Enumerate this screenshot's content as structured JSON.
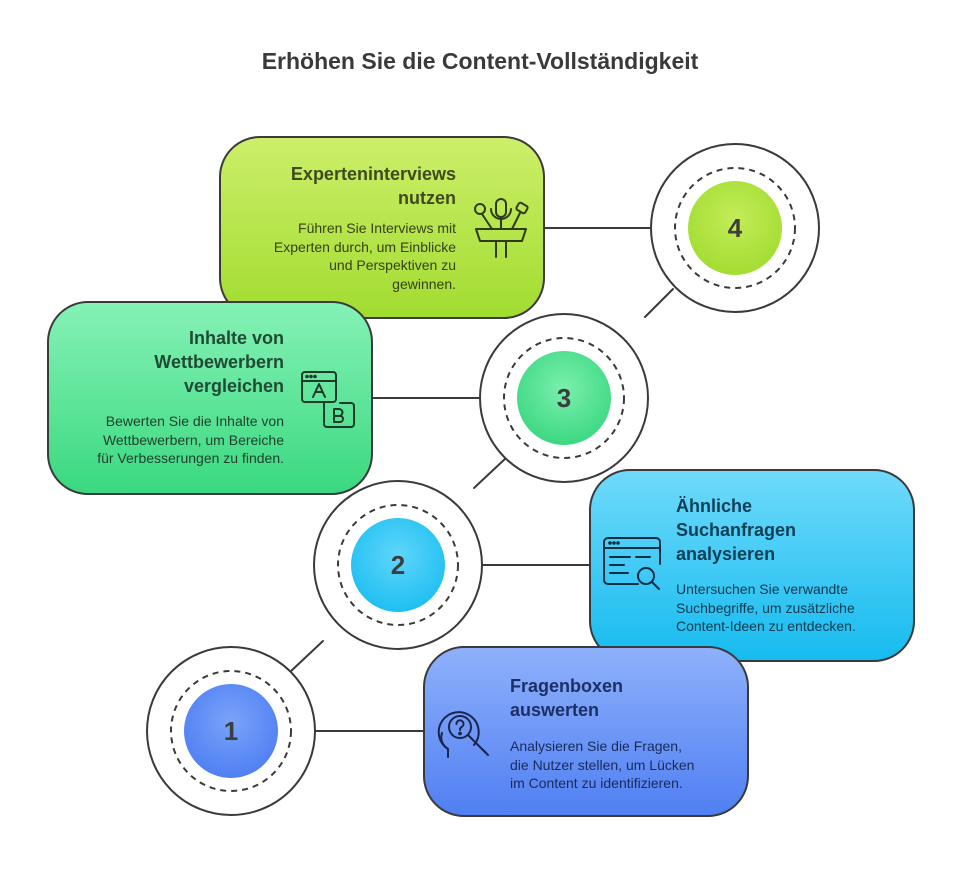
{
  "title": "Erhöhen Sie die Content-Vollständigkeit",
  "steps": [
    {
      "number": "1",
      "heading": "Fragenboxen\nauswerten",
      "text": "Analysieren Sie die Fragen,\ndie Nutzer stellen, um Lücken\nim Content zu identifizieren.",
      "icon": "question-head-search-icon",
      "color": "#5b8cf5"
    },
    {
      "number": "2",
      "heading": "Ähnliche\nSuchanfragen\nanalysieren",
      "text": "Untersuchen Sie verwandte\nSuchbegriffe, um zusätzliche\nContent-Ideen zu entdecken.",
      "icon": "browser-search-icon",
      "color": "#24c4f5"
    },
    {
      "number": "3",
      "heading": "Inhalte von\nWettbewerbern\nvergleichen",
      "text": "Bewerten Sie die Inhalte von\nWettbewerbern, um Bereiche\nfür Verbesserungen zu finden.",
      "icon": "ab-compare-icon",
      "color": "#45e08a"
    },
    {
      "number": "4",
      "heading": "Experteninterviews\nnutzen",
      "text": "Führen Sie Interviews mit\nExperten durch, um Einblicke\nund Perspektiven zu\ngewinnen.",
      "icon": "interview-microphones-icon",
      "color": "#a9e33a"
    }
  ]
}
